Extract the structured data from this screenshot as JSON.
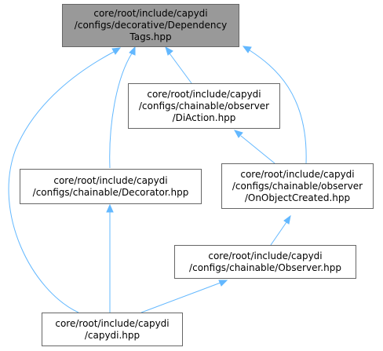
{
  "nodes": {
    "dependency_tags": {
      "lines": [
        "core/root/include/capydi",
        "/configs/decorative/Dependency",
        "Tags.hpp"
      ],
      "fill": "#999999"
    },
    "di_action": {
      "lines": [
        "core/root/include/capydi",
        "/configs/chainable/observer",
        "/DiAction.hpp"
      ]
    },
    "decorator": {
      "lines": [
        "core/root/include/capydi",
        "/configs/chainable/Decorator.hpp"
      ]
    },
    "on_object_created": {
      "lines": [
        "core/root/include/capydi",
        "/configs/chainable/observer",
        "/OnObjectCreated.hpp"
      ]
    },
    "observer": {
      "lines": [
        "core/root/include/capydi",
        "/configs/chainable/Observer.hpp"
      ]
    },
    "capydi": {
      "lines": [
        "core/root/include/capydi",
        "/capydi.hpp"
      ]
    }
  },
  "edges": [
    {
      "from": "di_action",
      "to": "dependency_tags"
    },
    {
      "from": "decorator",
      "to": "dependency_tags"
    },
    {
      "from": "on_object_created",
      "to": "dependency_tags"
    },
    {
      "from": "capydi",
      "to": "dependency_tags"
    },
    {
      "from": "on_object_created",
      "to": "di_action"
    },
    {
      "from": "observer",
      "to": "on_object_created"
    },
    {
      "from": "capydi",
      "to": "decorator"
    },
    {
      "from": "capydi",
      "to": "observer"
    }
  ],
  "colors": {
    "edge": "#63b8ff",
    "node_border": "#666666",
    "root_fill": "#999999"
  }
}
